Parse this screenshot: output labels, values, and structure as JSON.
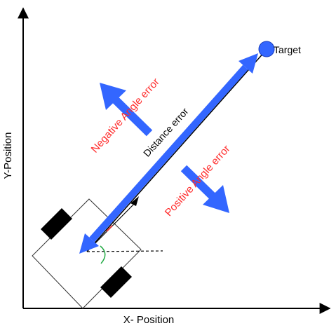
{
  "labels": {
    "x_axis": "X- Position",
    "y_axis": "Y-Position",
    "target": "Target",
    "distance_error": "Distance error",
    "negative_angle_error": "Negative Angle error",
    "positive_angle_error": "Positive Angle error"
  },
  "colors": {
    "axis": "#000000",
    "arrow_blue": "#3366ff",
    "target_fill": "#3366ff",
    "angle_label_red": "#ff2a2a",
    "angle_arc_green": "#22aa44",
    "robot_body": "#ffffff",
    "wheel": "#000000"
  }
}
